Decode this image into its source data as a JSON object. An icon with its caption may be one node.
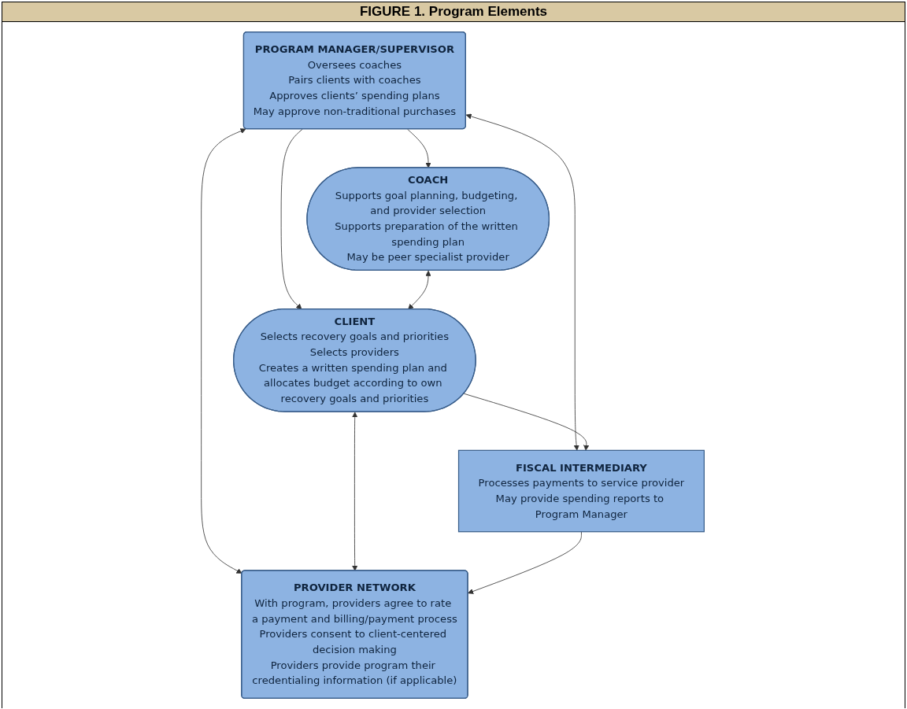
{
  "diagram": {
    "title": "FIGURE 1. Program Elements",
    "nodes": [
      {
        "text": [
          "PROGRAM MANAGER/SUPERVISOR",
          "Oversees coaches",
          "Pairs clients with coaches",
          "Approves clients’ spending plans",
          "May approve non-traditional purchases"
        ]
      },
      {
        "text": [
          "COACH",
          "Supports goal planning, budgeting, and provider selection",
          "Supports preparation of the written spending plan",
          "May be peer specialist provider"
        ]
      },
      {
        "text": [
          "CLIENT",
          "Selects recovery goals and priorities",
          "Selects providers",
          "Creates a written spending plan and allocates budget according to own recovery goals and priorities"
        ]
      },
      {
        "text": [
          "FISCAL INTERMEDIARY",
          "Processes payments to service provider",
          "May provide spending reports to Program Manager"
        ]
      },
      {
        "text": [
          "PROVIDER NETWORK",
          "With program, providers agree to rate a payment and billing/payment process",
          "Providers consent to client-centered decision making",
          "Providers provide program their credentialing information (if applicable)"
        ]
      }
    ],
    "edges": [
      {
        "from": 0,
        "to": 1,
        "arrow": "to"
      },
      {
        "from": 0,
        "to": 2,
        "arrow": "to"
      },
      {
        "from": 1,
        "to": 2,
        "arrow": "both"
      },
      {
        "from": 0,
        "to": 3,
        "arrow": "both"
      },
      {
        "from": 0,
        "to": 4,
        "arrow": "both"
      },
      {
        "from": 2,
        "to": 3,
        "arrow": "to"
      },
      {
        "from": 2,
        "to": 4,
        "arrow": "both"
      },
      {
        "from": 3,
        "to": 4,
        "arrow": "to"
      }
    ]
  }
}
